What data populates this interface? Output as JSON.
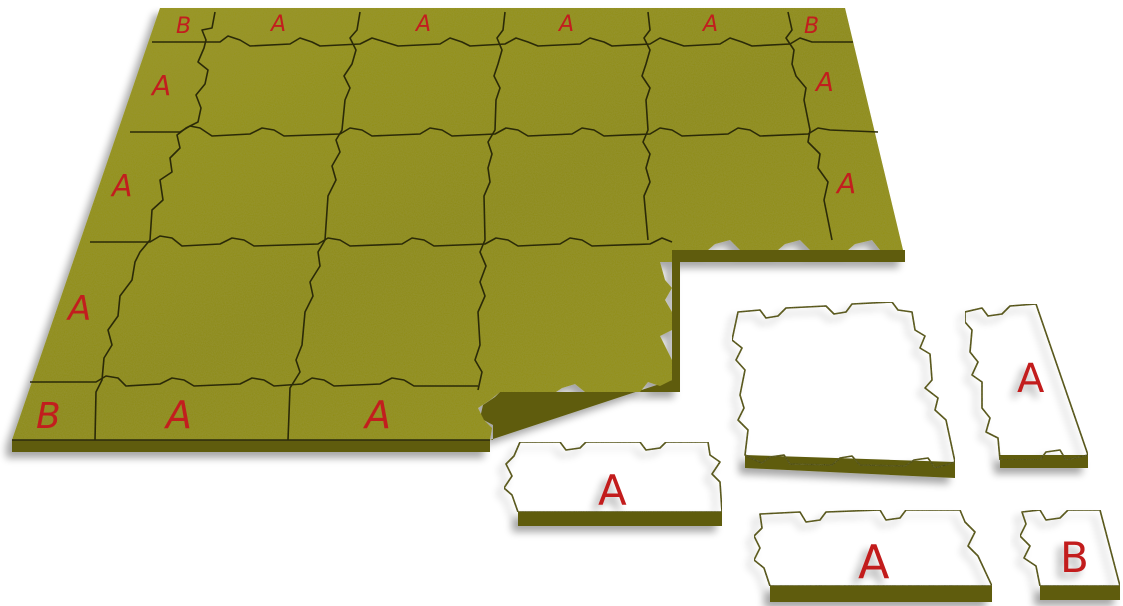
{
  "mat": {
    "top_row": [
      "B",
      "A",
      "A",
      "A",
      "A",
      "B"
    ],
    "left_column": [
      "A",
      "A",
      "A"
    ],
    "right_column": [
      "A",
      "A"
    ],
    "bottom_row": [
      "B",
      "A",
      "A"
    ]
  },
  "loose_pieces": {
    "square_tile_label": "",
    "right_edge_piece": "A",
    "middle_edge_piece": "A",
    "bottom_edge_piece": "A",
    "corner_piece": "B"
  },
  "colors": {
    "tile_face": "#8f8d17",
    "tile_side": "#5f5c0c",
    "seam": "#2b2a08",
    "label": "#c21e1e",
    "background": "#ffffff"
  }
}
